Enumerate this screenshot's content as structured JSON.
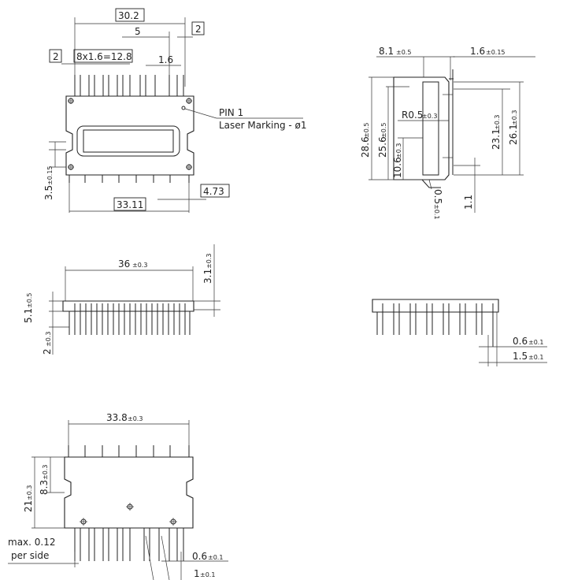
{
  "top_view": {
    "dim_overall_pitch": "30.2",
    "dim_5": "5",
    "dim_2_right": "2",
    "dim_2_left": "2",
    "dim_pins": "8x1.6=12.8",
    "dim_1_6": "1.6",
    "pin1_label": "PIN 1",
    "laser_label": "Laser Marking - ø1",
    "dim_3_5": "3.5",
    "dim_3_5_tol": "±0.15",
    "dim_33_11": "33.11",
    "dim_4_73": "4.73"
  },
  "side_view_right": {
    "dim_8_1": "8.1",
    "dim_8_1_tol": "±0.5",
    "dim_1_6": "1.6",
    "dim_1_6_tol": "±0.15",
    "dim_28_6": "28.6",
    "dim_28_6_tol": "±0.5",
    "dim_25_6": "25.6",
    "dim_25_6_tol": "±0.5",
    "dim_r0_5": "R0.5",
    "dim_r0_5_tol": "±0.3",
    "dim_10_6": "10.6",
    "dim_10_6_tol": "±0.3",
    "dim_23_1": "23.1",
    "dim_23_1_tol": "±0.3",
    "dim_26_1": "26.1",
    "dim_26_1_tol": "±0.3",
    "dim_0_5": "0.5",
    "dim_0_5_tol": "±0.1",
    "dim_1_1": "1.1"
  },
  "front_view": {
    "dim_36": "36",
    "dim_36_tol": "±0.3",
    "dim_3_1": "3.1",
    "dim_3_1_tol": "±0.3",
    "dim_5_1": "5.1",
    "dim_5_1_tol": "±0.5",
    "dim_2": "2",
    "dim_2_tol": "±0.3"
  },
  "end_view": {
    "dim_0_6": "0.6",
    "dim_0_6_tol": "±0.1",
    "dim_1_5": "1.5",
    "dim_1_5_tol": "±0.1"
  },
  "bottom_view": {
    "dim_33_8": "33.8",
    "dim_33_8_tol": "±0.3",
    "dim_21": "21",
    "dim_21_tol": "±0.3",
    "dim_8_3": "8.3",
    "dim_8_3_tol": "±0.3",
    "max_label_1": "max. 0.12",
    "max_label_2": "per side",
    "dim_0_6": "0.6",
    "dim_0_6_tol": "±0.1",
    "dim_1": "1",
    "dim_1_tol": "±0.1"
  }
}
